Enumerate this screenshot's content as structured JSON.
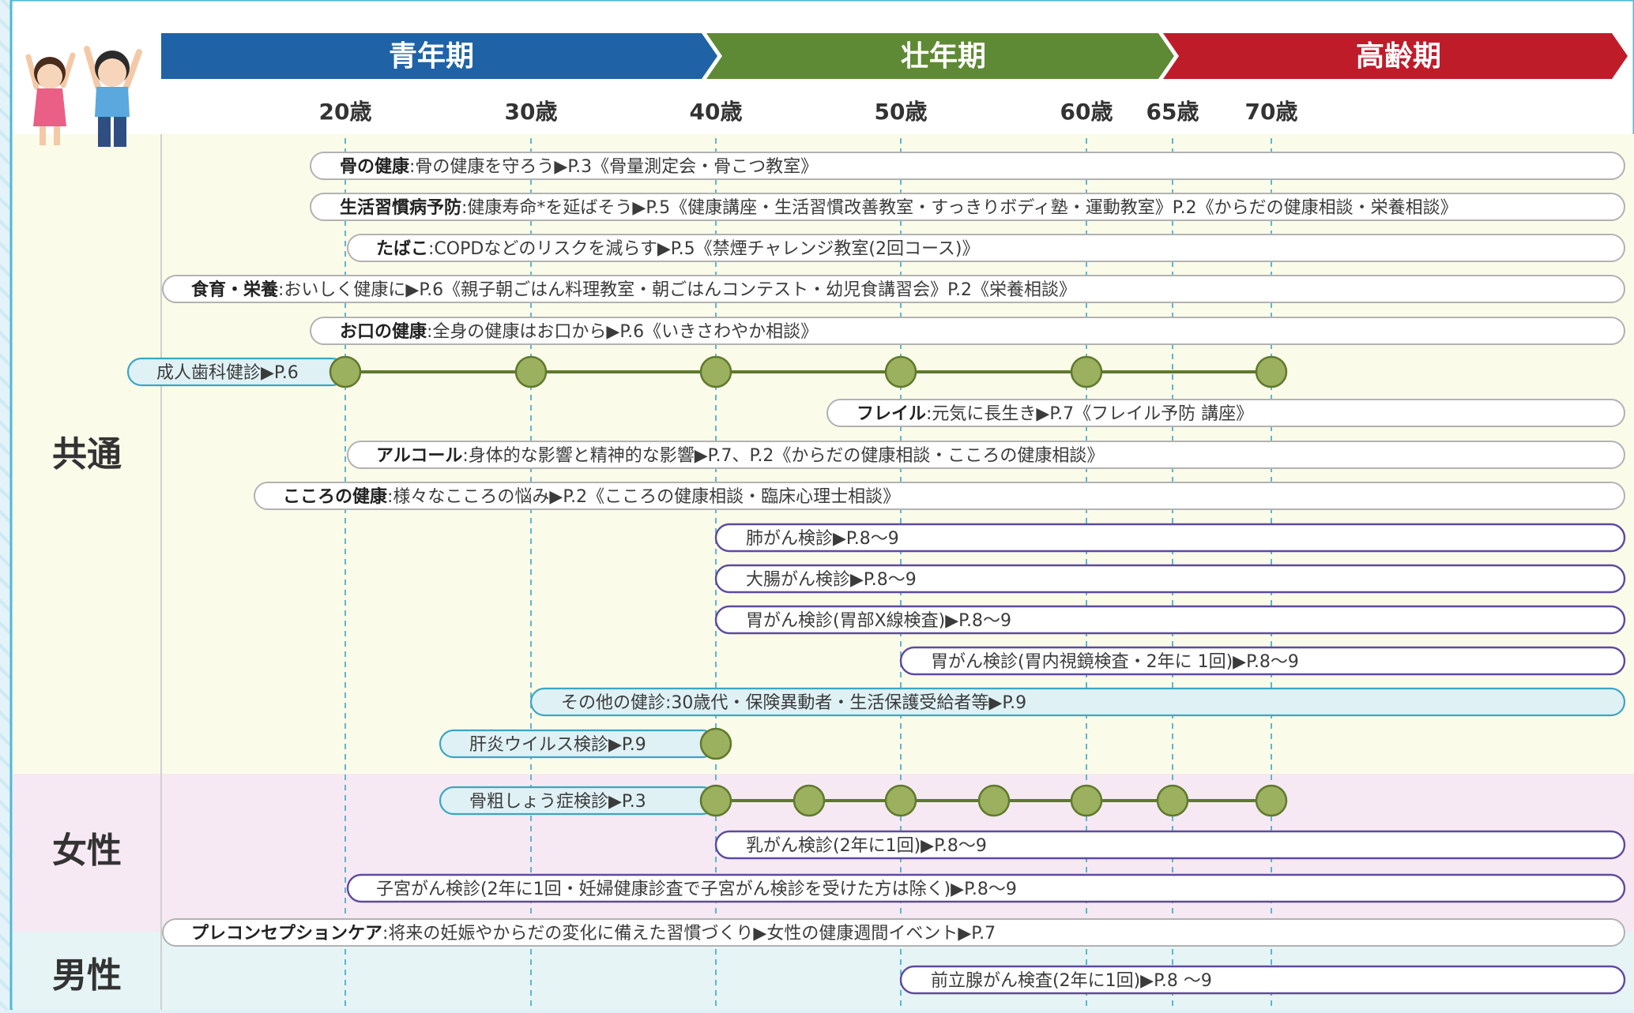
{
  "phases": [
    {
      "label": "青年期",
      "color": "#1f63a6"
    },
    {
      "label": "壮年期",
      "color": "#5f8a35"
    },
    {
      "label": "高齢期",
      "color": "#bf1c2a"
    }
  ],
  "ages": [
    "20歳",
    "30歳",
    "40歳",
    "50歳",
    "60歳",
    "65歳",
    "70歳"
  ],
  "sections": [
    {
      "key": "common",
      "label": "共通",
      "color": "#fbfbea"
    },
    {
      "key": "female",
      "label": "女性",
      "color": "#f6e9f3"
    },
    {
      "key": "male",
      "label": "男性",
      "color": "#e6f4f6"
    }
  ],
  "colors": {
    "accent_border": "#4eb8d6",
    "marker_fill": "#9cb15f",
    "marker_line": "#5f7a2c",
    "exam_border": "#5e4a9e",
    "grey_border": "#b2b2b2",
    "light_border": "#3aa6c4",
    "light_fill": "#dff1f5",
    "icon_name": "couple-cheering-icon"
  },
  "rows": [
    {
      "bold": "骨の健康",
      "text": ":骨の健康を守ろう▶P.3《骨量測定会・骨こつ教室》",
      "style": "grey"
    },
    {
      "bold": "生活習慣病予防",
      "text": ":健康寿命*を延ばそう▶P.5《健康講座・生活習慣改善教室・すっきりボディ塾・運動教室》P.2《からだの健康相談・栄養相談》",
      "style": "grey"
    },
    {
      "bold": "たばこ",
      "text": ":COPDなどのリスクを減らす▶P.5《禁煙チャレンジ教室(2回コース)》",
      "style": "grey"
    },
    {
      "bold": "食育・栄養",
      "text": ":おいしく健康に▶P.6《親子朝ごはん料理教室・朝ごはんコンテスト・幼児食講習会》P.2《栄養相談》",
      "style": "grey"
    },
    {
      "bold": "お口の健康",
      "text": ":全身の健康はお口から▶P.6《いきさわやか相談》",
      "style": "grey"
    },
    {
      "bold": "",
      "text": "成人歯科健診▶P.6",
      "style": "light"
    },
    {
      "bold": "フレイル",
      "text": ":元気に長生き▶P.7《フレイル予防 講座》",
      "style": "grey"
    },
    {
      "bold": "アルコール",
      "text": ":身体的な影響と精神的な影響▶P.7、P.2《からだの健康相談・こころの健康相談》",
      "style": "grey"
    },
    {
      "bold": "こころの健康",
      "text": ":様々なこころの悩み▶P.2《こころの健康相談・臨床心理士相談》",
      "style": "grey"
    },
    {
      "bold": "",
      "text": "肺がん検診▶P.8〜9",
      "style": "exam"
    },
    {
      "bold": "",
      "text": "大腸がん検診▶P.8〜9",
      "style": "exam"
    },
    {
      "bold": "",
      "text": "胃がん検診(胃部X線検査)▶P.8〜9",
      "style": "exam"
    },
    {
      "bold": "",
      "text": "胃がん検診(胃内視鏡検査・2年に 1回)▶P.8〜9",
      "style": "exam"
    },
    {
      "bold": "",
      "text": "その他の健診:30歳代・保険異動者・生活保護受給者等▶P.9",
      "style": "light"
    },
    {
      "bold": "",
      "text": "肝炎ウイルス検診▶P.9",
      "style": "light"
    },
    {
      "bold": "",
      "text": "骨粗しょう症検診▶P.3",
      "style": "light"
    },
    {
      "bold": "",
      "text": "乳がん検診(2年に1回)▶P.8〜9",
      "style": "exam"
    },
    {
      "bold": "",
      "text": "子宮がん検診(2年に1回・妊婦健康診査で子宮がん検診を受けた方は除く)▶P.8〜9",
      "style": "exam"
    },
    {
      "bold": "プレコンセプションケア",
      "text": ":将来の妊娠やからだの変化に備えた習慣づくり▶女性の健康週間イベント▶P.7",
      "style": "grey"
    },
    {
      "bold": "",
      "text": "前立腺がん検査(2年に1回)▶P.8 〜9",
      "style": "exam"
    }
  ]
}
